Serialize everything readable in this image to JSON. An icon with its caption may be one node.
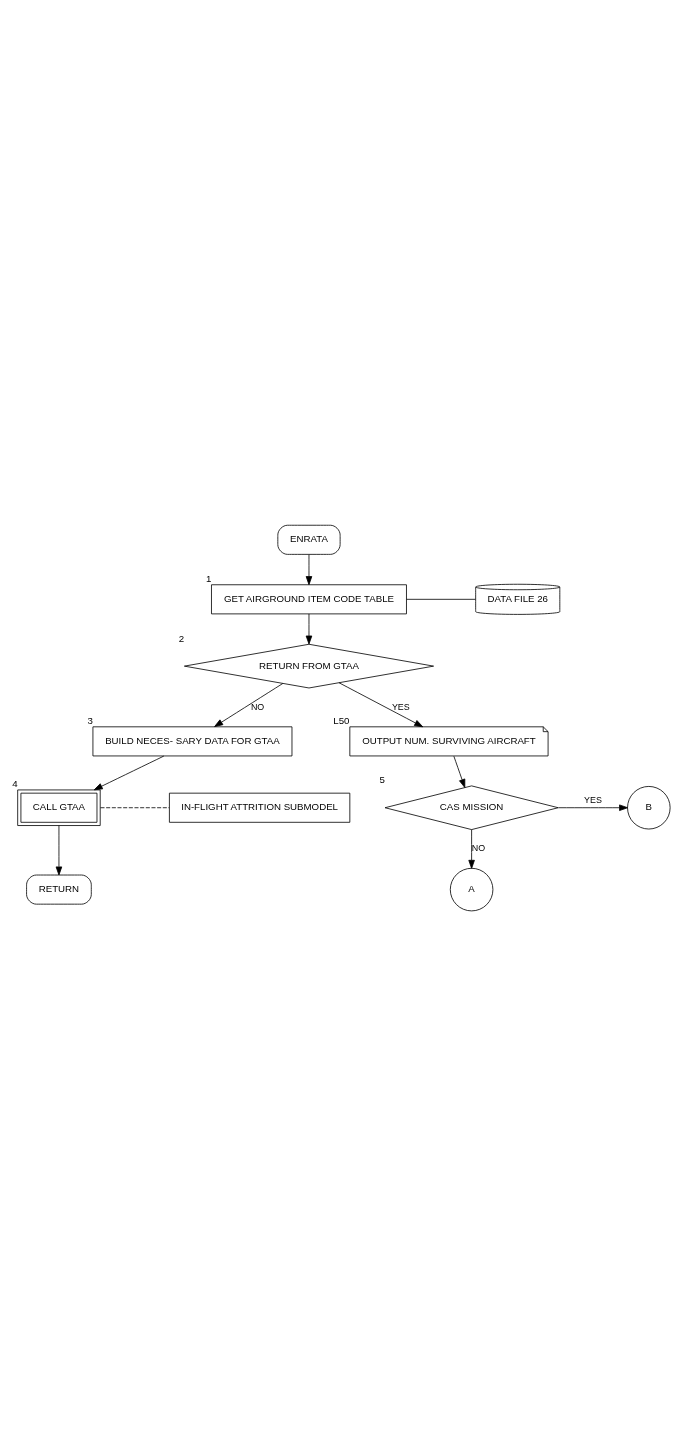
{
  "diagram": {
    "nodes": [
      {
        "text": [
          "ENRATA"
        ]
      },
      {
        "text": [
          "GET AIRGROUND ITEM CODE TABLE"
        ],
        "beside": [
          "1"
        ]
      },
      {
        "text": [
          "DATA FILE 26"
        ]
      },
      {
        "text": [
          "RETURN FROM GTAA"
        ],
        "beside": [
          "2"
        ]
      },
      {
        "text": [
          "BUILD NECES- SARY DATA FOR GTAA"
        ],
        "beside": [
          "3"
        ]
      },
      {
        "text": [
          "CALL GTAA"
        ],
        "beside": [
          "4"
        ]
      },
      {
        "text": [
          "IN-FLIGHT ATTRITION SUBMODEL"
        ]
      },
      {
        "text": [
          "RETURN"
        ]
      },
      {
        "text": [
          "OUTPUT NUM. SURVIVING AIRCRAFT"
        ],
        "beside": [
          "L50"
        ]
      },
      {
        "text": [
          "CAS MISSION"
        ],
        "beside": [
          "5"
        ]
      },
      {
        "text": [
          "B"
        ]
      },
      {
        "text": [
          "A"
        ]
      }
    ],
    "edges": [
      {
        "from": 0,
        "to": 1,
        "arrow": "to"
      },
      {
        "from": 1,
        "to": 2,
        "arrow": "none"
      },
      {
        "from": 1,
        "to": 3,
        "arrow": "to"
      },
      {
        "from": 3,
        "to": 8,
        "arrow": "to",
        "label": "YES"
      },
      {
        "from": 3,
        "to": 4,
        "arrow": "to",
        "label": "NO"
      },
      {
        "from": 4,
        "to": 5,
        "arrow": "to"
      },
      {
        "from": 5,
        "to": 6,
        "arrow": "none",
        "style": "dashed"
      },
      {
        "from": 5,
        "to": 7,
        "arrow": "to"
      },
      {
        "from": 8,
        "to": 9,
        "arrow": "to"
      },
      {
        "from": 9,
        "to": 10,
        "arrow": "to",
        "label": "YES"
      },
      {
        "from": 9,
        "to": 11,
        "arrow": "to",
        "label": "NO"
      }
    ]
  }
}
